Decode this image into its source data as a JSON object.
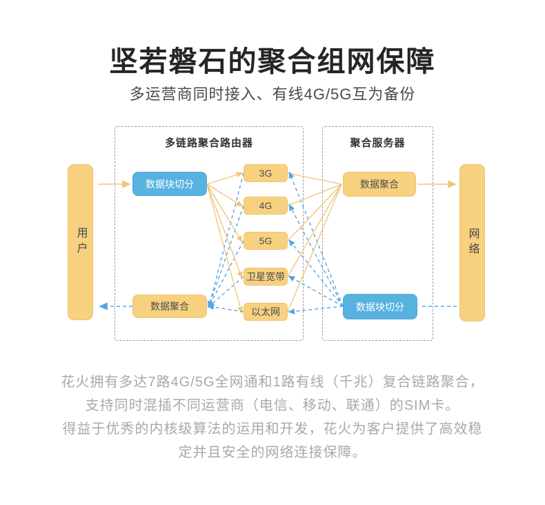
{
  "page": {
    "title": "坚若磐石的聚合组网保障",
    "subtitle": "多运营商同时接入、有线4G/5G互为备份"
  },
  "diagram": {
    "user_node": {
      "label": "用户"
    },
    "network_node": {
      "label": "网络"
    },
    "router_group": {
      "title": "多链路聚合路由器",
      "split_box": {
        "label": "数据块切分"
      },
      "merge_box": {
        "label": "数据聚合"
      }
    },
    "server_group": {
      "title": "聚合服务器",
      "merge_box": {
        "label": "数据聚合"
      },
      "split_box": {
        "label": "数据块切分"
      }
    },
    "channels": [
      {
        "label": "3G"
      },
      {
        "label": "4G"
      },
      {
        "label": "5G"
      },
      {
        "label": "卫星宽带"
      },
      {
        "label": "以太网"
      }
    ]
  },
  "description": {
    "lines": [
      "花火拥有多达7路4G/5G全网通和1路有线（千兆）复合链路聚合，",
      "支持同时混插不同运营商（电信、移动、联通）的SIM卡。",
      "得益于优秀的内核级算法的运用和开发，花火为客户提供了高效稳",
      "定并且安全的网络连接保障。"
    ]
  },
  "colors": {
    "box_yellow": "#F8D180",
    "box_blue": "#57B2E0",
    "wire_yellow": "#F0C67A",
    "wire_blue": "#55A5E3",
    "dashed_border": "#9B9B9B",
    "title_text": "#252525",
    "desc_text": "#A8A8A8"
  }
}
